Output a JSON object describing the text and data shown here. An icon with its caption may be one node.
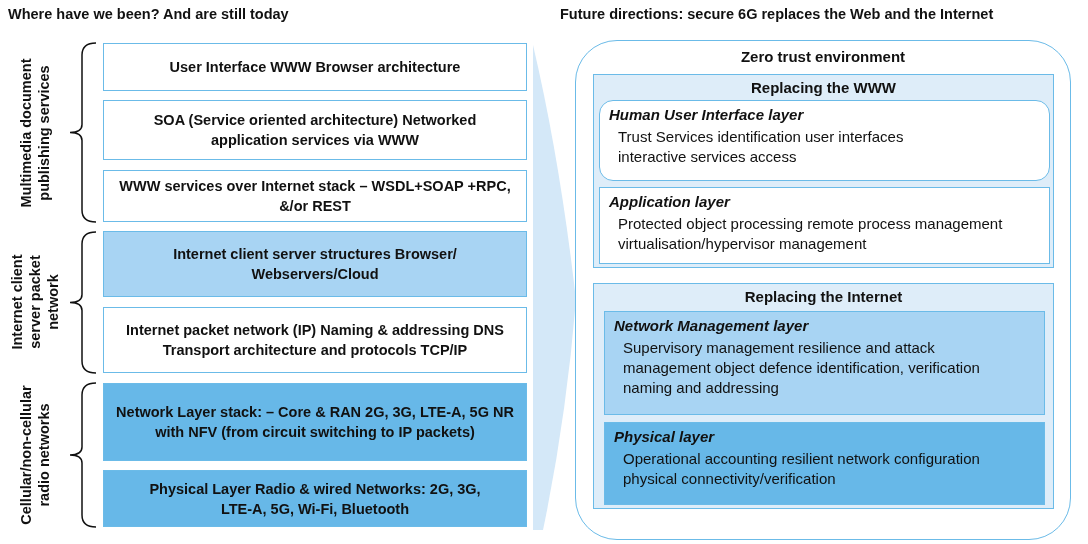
{
  "diagram": {
    "nodes": [
      {
        "text": [
          "User Interface WWW Browser architecture"
        ]
      },
      {
        "text": [
          "SOA  (Service oriented architecture) Networked application services via WWW"
        ]
      },
      {
        "text": [
          "WWW services over Internet stack – WSDL+SOAP +RPC,  &/or REST"
        ]
      },
      {
        "text": [
          "Internet client server structures Browser/ Webservers/Cloud"
        ]
      },
      {
        "text": [
          "Internet packet network (IP) Naming & addressing DNS Transport architecture and protocols TCP/IP"
        ]
      },
      {
        "text": [
          "Network Layer stack: – Core & RAN 2G, 3G, LTE-A, 5G NR with NFV (from circuit switching to IP packets)"
        ]
      },
      {
        "text": [
          "Physical Layer Radio & wired  Networks: 2G, 3G, LTE-A, 5G, Wi-Fi, Bluetooth"
        ]
      },
      {
        "text": [
          "Zero trust environment"
        ]
      },
      {
        "text": [
          "Replacing the WWW"
        ],
        "in": 7
      },
      {
        "text": [
          "Human User Interface layer",
          "Trust Services identification user interfaces interactive services access"
        ],
        "in": 8
      },
      {
        "text": [
          "Application layer",
          "Protected object processing remote process management virtualisation/hypervisor management"
        ],
        "in": 8
      },
      {
        "text": [
          "Replacing the Internet"
        ],
        "in": 7
      },
      {
        "text": [
          "Network Management layer",
          "Supervisory management resilience and attack management object defence identification, verification naming and addressing"
        ],
        "in": 11
      },
      {
        "text": [
          "Physical layer",
          "Operational accounting resilient network configuration physical connectivity/verification"
        ],
        "in": 11
      },
      {
        "text": [],
        "shape": "wedge"
      }
    ],
    "labels": [
      "Where have we been? And are still today",
      "Future directions: secure 6G replaces the Web and the Internet",
      "Multimedia document publishing services",
      "Internet client server packet network",
      "Cellular/non-cellular radio networks"
    ]
  }
}
